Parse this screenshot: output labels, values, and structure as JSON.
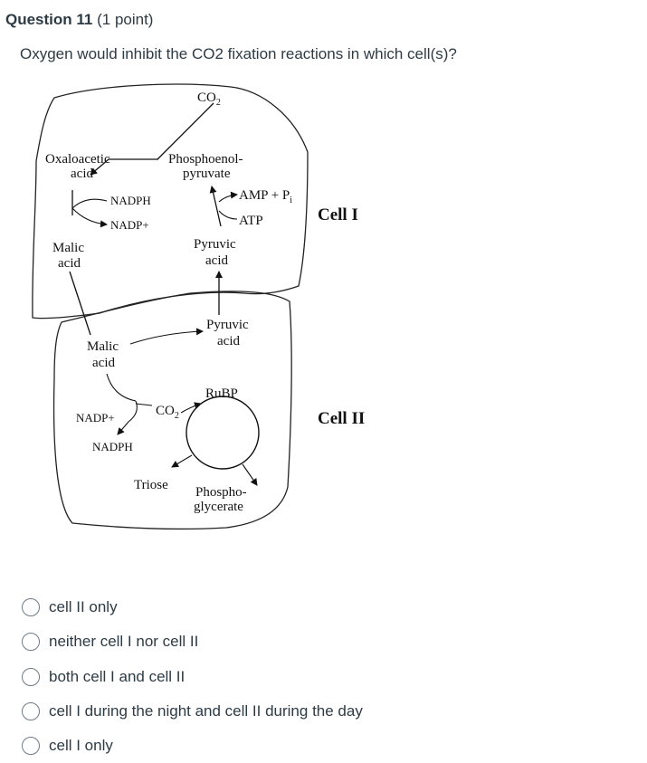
{
  "question": {
    "title": "Question 11",
    "points": "(1 point)",
    "text": "Oxygen would inhibit the CO2 fixation reactions in which cell(s)?"
  },
  "diagram": {
    "co2_top": "CO",
    "co2_top_sub": "2",
    "oxaloacetic_1": "Oxaloacetic",
    "oxaloacetic_2": "acid",
    "pep_1": "Phosphoenol-",
    "pep_2": "pyruvate",
    "nadph_1": "NADPH",
    "nadp_1": "NADP+",
    "amp_pi": "AMP + P",
    "amp_pi_sub": "i",
    "atp": "ATP",
    "malic1_1": "Malic",
    "malic1_2": "acid",
    "pyruvic1_1": "Pyruvic",
    "pyruvic1_2": "acid",
    "pyruvic2_1": "Pyruvic",
    "pyruvic2_2": "acid",
    "malic2_1": "Malic",
    "malic2_2": "acid",
    "rubp": "RuBP",
    "nadp_2": "NADP+",
    "co2_2": "CO",
    "co2_2_sub": "2",
    "nadph_2": "NADPH",
    "triose": "Triose",
    "pga_1": "Phospho-",
    "pga_2": "glycerate",
    "cell_1": "Cell I",
    "cell_2": "Cell II"
  },
  "answers": [
    {
      "label": "cell II only"
    },
    {
      "label": "neither cell I nor cell II"
    },
    {
      "label": "both cell I and cell II"
    },
    {
      "label": "cell I during the night and cell II during the day"
    },
    {
      "label": "cell I only"
    }
  ]
}
